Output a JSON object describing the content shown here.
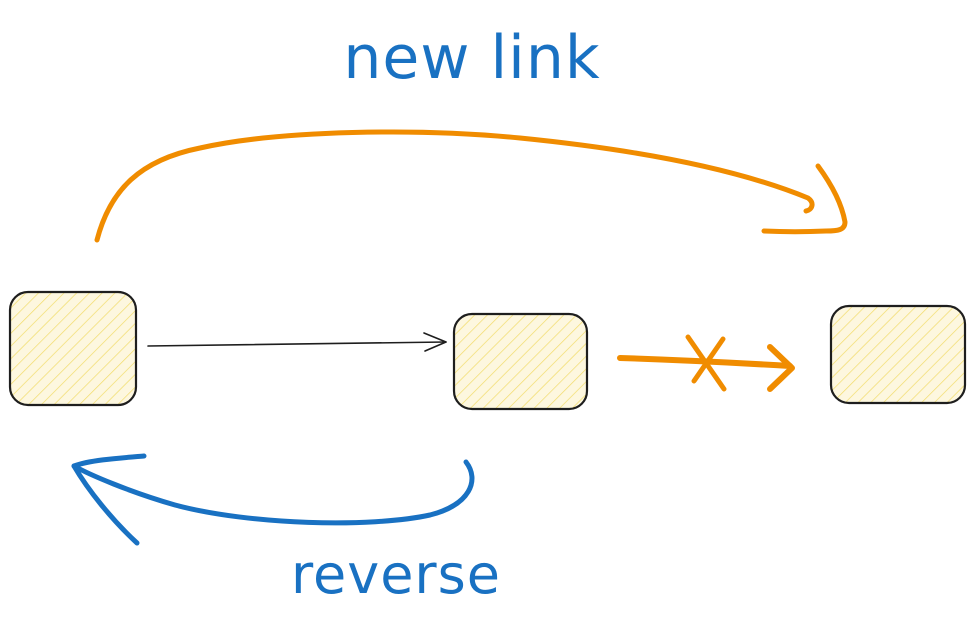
{
  "colors": {
    "background": "#ffffff",
    "node_fill": "#fbf3d0",
    "node_hatch": "#f2dc6a",
    "node_stroke": "#1e1e1e",
    "link_stroke": "#1e1e1e",
    "new_link_color": "#f08c00",
    "reverse_color": "#1971c2"
  },
  "labels": {
    "new_link": "new link",
    "reverse": "reverse"
  },
  "nodes": [
    {
      "id": "node-1",
      "role": "first-node"
    },
    {
      "id": "node-2",
      "role": "middle-node"
    },
    {
      "id": "node-3",
      "role": "last-node"
    }
  ],
  "edges": [
    {
      "id": "edge-1-2",
      "from": "node-1",
      "to": "node-2",
      "style": "existing-link"
    },
    {
      "id": "edge-2-3",
      "from": "node-2",
      "to": "node-3",
      "style": "removed-link"
    },
    {
      "id": "edge-1-3",
      "from": "node-1",
      "to": "node-3",
      "style": "new-link"
    },
    {
      "id": "edge-2-1",
      "from": "node-2",
      "to": "node-1",
      "style": "reverse-link"
    }
  ]
}
